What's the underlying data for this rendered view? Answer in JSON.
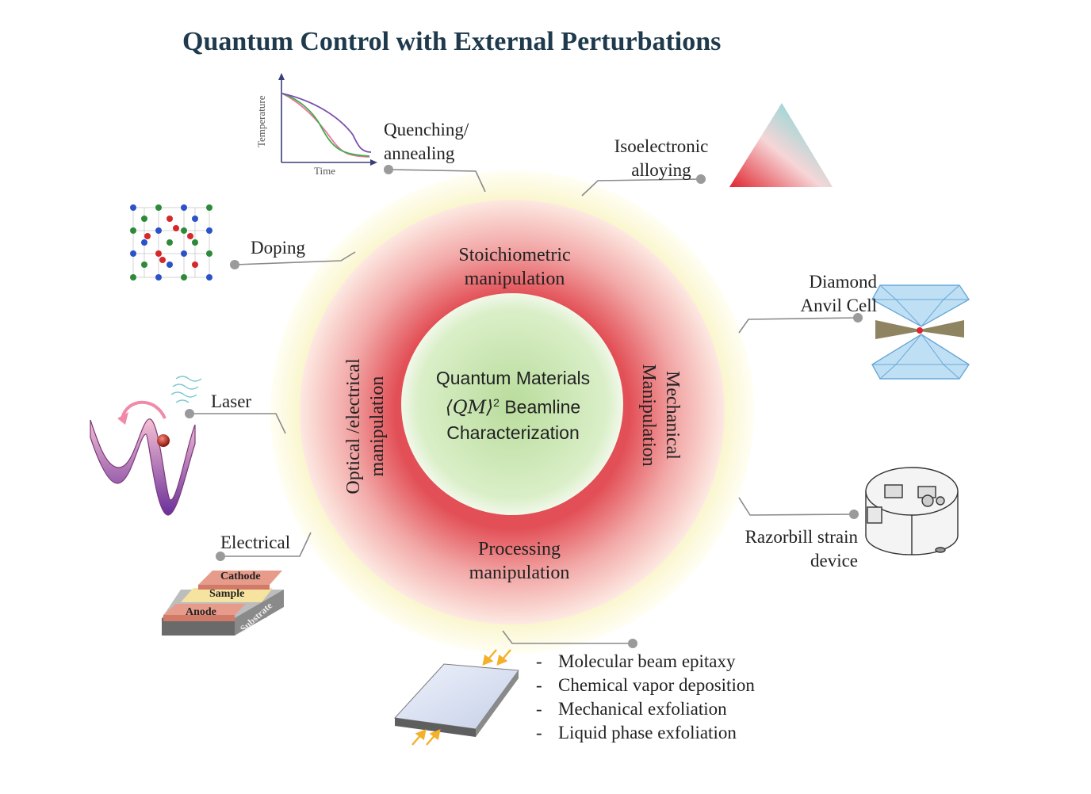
{
  "title": "Quantum Control with External Perturbations",
  "center": {
    "line1": "Quantum Materials",
    "line2_math": "⟨QM⟩",
    "line2_sup": "2",
    "line2_rest": " Beamline",
    "line3": "Characterization"
  },
  "ring_labels": {
    "top_line1": "Stoichiometric",
    "top_line2": "manipulation",
    "right_line1": "Mechanical",
    "right_line2": "Manipulation",
    "bottom_line1": "Processing",
    "bottom_line2": "manipulation",
    "left_line1": "Optical /electrical",
    "left_line2": "manipulation"
  },
  "perturbations": {
    "quenching_line1": "Quenching/",
    "quenching_line2": "annealing",
    "isoelectronic_line1": "Isoelectronic",
    "isoelectronic_line2": "alloying",
    "doping": "Doping",
    "diamond_line1": "Diamond",
    "diamond_line2": "Anvil Cell",
    "laser": "Laser",
    "razorbill_line1": "Razorbill strain",
    "razorbill_line2": "device",
    "electrical": "Electrical"
  },
  "quench_plot": {
    "ylabel": "Temperature",
    "xlabel": "Time"
  },
  "device_layers": {
    "cathode": "Cathode",
    "sample": "Sample",
    "anode": "Anode",
    "substrate": "Substrate"
  },
  "processing_methods": [
    "Molecular beam epitaxy",
    "Chemical vapor deposition",
    "Mechanical exfoliation",
    "Liquid phase exfoliation"
  ],
  "bullet_symbol": "-",
  "colors": {
    "title": "#1e3a4c",
    "outer_ring": "#fbf8d8",
    "middle_ring": "#e8666a",
    "inner_circle": "#c6e3b0",
    "connector": "#8a8a8a",
    "connector_dot": "#9a9a9a"
  }
}
